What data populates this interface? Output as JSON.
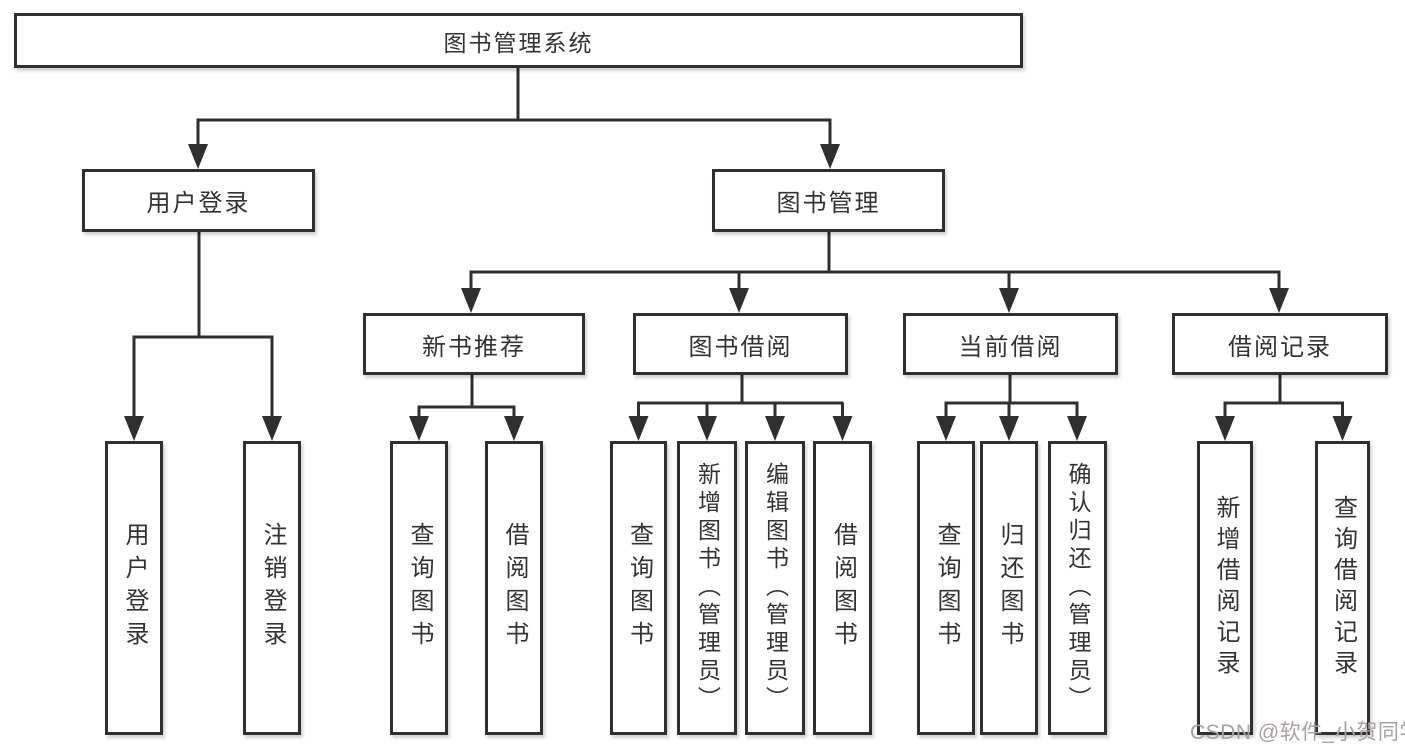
{
  "diagram": {
    "type": "hierarchy-diagram",
    "colors": {
      "background": "#ffffff",
      "line": "#2f2f2f",
      "box_border": "#2f2f2f",
      "text": "#333333",
      "watermark": "#aaa1a1"
    }
  },
  "tree": {
    "root": {
      "label": "图书管理系统"
    },
    "branches": [
      {
        "label": "用户登录",
        "leaves": [
          {
            "label": "用户登录"
          },
          {
            "label": "注销登录"
          }
        ]
      },
      {
        "label": "图书管理",
        "children": [
          {
            "label": "新书推荐",
            "leaves": [
              {
                "label": "查询图书"
              },
              {
                "label": "借阅图书"
              }
            ]
          },
          {
            "label": "图书借阅",
            "leaves": [
              {
                "label": "查询图书"
              },
              {
                "label": "新增图书（管理员）"
              },
              {
                "label": "编辑图书（管理员）"
              },
              {
                "label": "借阅图书"
              }
            ]
          },
          {
            "label": "当前借阅",
            "leaves": [
              {
                "label": "查询图书"
              },
              {
                "label": "归还图书"
              },
              {
                "label": "确认归还（管理员）"
              }
            ]
          },
          {
            "label": "借阅记录",
            "leaves": [
              {
                "label": "新增借阅记录"
              },
              {
                "label": "查询借阅记录"
              }
            ]
          }
        ]
      }
    ]
  },
  "watermark": {
    "text": "CSDN @软件_小贺同学"
  }
}
